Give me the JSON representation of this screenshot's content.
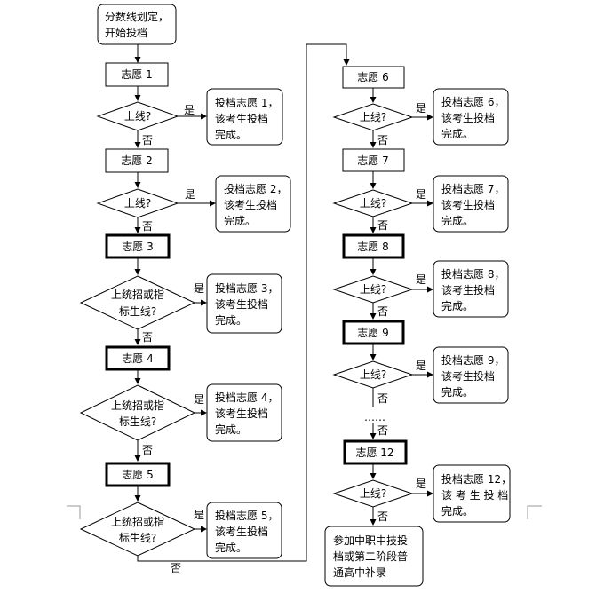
{
  "start": [
    "分数线划定，",
    "开始投档"
  ],
  "yes": "是",
  "no": "否",
  "shang_xian": "上线?",
  "tz1": "上统招或指",
  "tz2": "标生线?",
  "wish": {
    "w1": "志愿 1",
    "w2": "志愿 2",
    "w3": "志愿 3",
    "w4": "志愿 4",
    "w5": "志愿 5",
    "w6": "志愿 6",
    "w7": "志愿 7",
    "w8": "志愿 8",
    "w9": "志愿 9",
    "w12": "志愿 12"
  },
  "res_l2": "该考生投档",
  "res_l3": "完成。",
  "result": {
    "r1": "投档志愿 1，",
    "r2": "投档志愿 2，",
    "r3": "投档志愿 3，",
    "r4": "投档志愿 4，",
    "r5": "投档志愿 5，",
    "r6": "投档志愿 6，",
    "r7": "投档志愿 7，",
    "r8": "投档志愿 8，",
    "r9": "投档志愿 9，",
    "r12": "投档志愿 12，"
  },
  "r12_l2": "该 考 生 投 档",
  "ellipsis": "……",
  "final": [
    "参加中职中技投",
    "档或第二阶段普",
    "通高中补录"
  ]
}
